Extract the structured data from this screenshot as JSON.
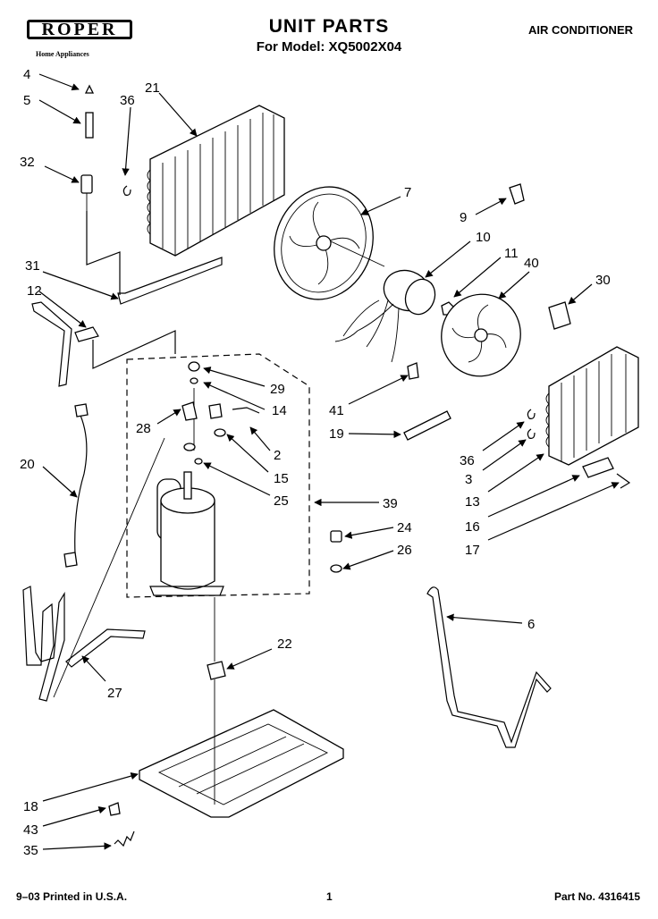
{
  "header": {
    "brand": "ROPER",
    "brand_tagline": "Home Appliances",
    "title": "UNIT PARTS",
    "model_line": "For Model: XQ5002X04",
    "category": "AIR CONDITIONER"
  },
  "footer": {
    "printed": "9–03 Printed in U.S.A.",
    "page": "1",
    "part_no": "Part No. 4316415"
  },
  "callouts": [
    "4",
    "5",
    "36",
    "21",
    "32",
    "7",
    "9",
    "10",
    "11",
    "40",
    "30",
    "31",
    "12",
    "29",
    "14",
    "41",
    "28",
    "2",
    "19",
    "15",
    "36",
    "20",
    "25",
    "3",
    "39",
    "13",
    "24",
    "16",
    "26",
    "17",
    "6",
    "22",
    "27",
    "18",
    "43",
    "35"
  ]
}
